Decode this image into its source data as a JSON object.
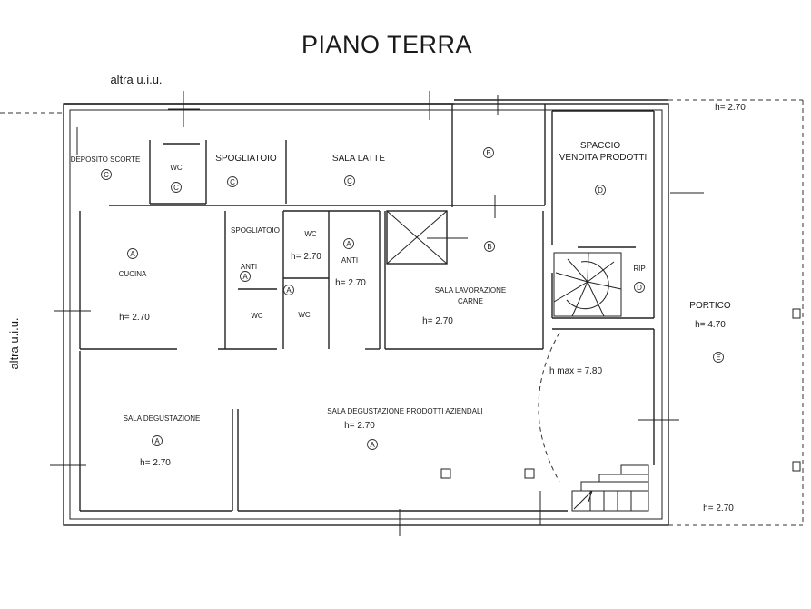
{
  "title": "PIANO TERRA",
  "neighbours": {
    "top": "altra u.i.u.",
    "left": "altra u.i.u."
  },
  "rooms": {
    "deposito_scorte": {
      "label": "DEPOSITO SCORTE",
      "marker": "C"
    },
    "wc_c": {
      "label": "WC",
      "marker": "C"
    },
    "spogliatoio_c": {
      "label": "SPOGLIATOIO",
      "marker": "C"
    },
    "sala_latte": {
      "label": "SALA LATTE",
      "marker": "C"
    },
    "room_b_top": {
      "marker": "B"
    },
    "spaccio": {
      "label_line1": "SPACCIO",
      "label_line2": "VENDITA PRODOTTI",
      "marker": "D"
    },
    "cucina": {
      "label": "CUCINA",
      "marker": "A",
      "height": "h= 2.70"
    },
    "spogliatoio_a": {
      "label": "SPOGLIATOIO",
      "marker": "A"
    },
    "anti_left": {
      "label": "ANTI"
    },
    "wc_left": {
      "label": "WC"
    },
    "wc_mid": {
      "label": "WC",
      "marker": "A"
    },
    "wc_upper": {
      "label": "WC",
      "height": "h= 2.70"
    },
    "anti_right": {
      "label": "ANTI",
      "marker": "A",
      "height": "h= 2.70"
    },
    "sala_lavorazione": {
      "label_line1": "SALA LAVORAZIONE",
      "label_line2": "CARNE",
      "marker": "B",
      "height": "h= 2.70"
    },
    "rip": {
      "label": "RIP",
      "marker": "D"
    },
    "portico": {
      "label": "PORTICO",
      "height": "h= 4.70",
      "marker": "E",
      "height_top": "h= 2.70",
      "height_bottom": "h= 2.70"
    },
    "sala_degustazione": {
      "label": "SALA DEGUSTAZIONE",
      "marker": "A",
      "height": "h= 2.70"
    },
    "sala_degustazione_prodotti": {
      "label": "SALA DEGUSTAZIONE PRODOTTI AZIENDALI",
      "marker": "A",
      "height": "h= 2.70"
    },
    "double_height": {
      "height": "h max = 7.80"
    }
  }
}
